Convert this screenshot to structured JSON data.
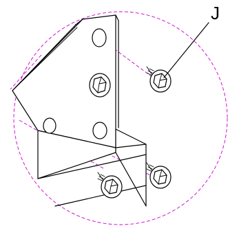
{
  "callout": {
    "label": "J"
  },
  "colors": {
    "linework": "#000000",
    "detail_circle": "#cc00cc",
    "background": "#ffffff"
  },
  "parts": [
    {
      "name": "hex-flange-bolt",
      "count": 4
    },
    {
      "name": "mounting-hole",
      "count": 3
    }
  ]
}
